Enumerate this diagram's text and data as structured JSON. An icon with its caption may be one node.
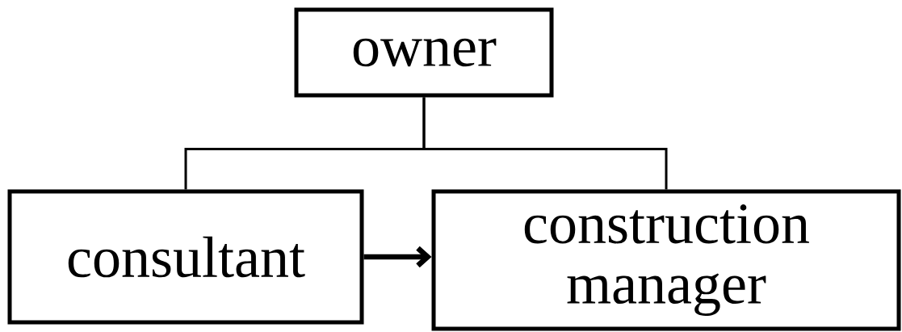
{
  "diagram": {
    "nodes": [
      {
        "text": [
          "owner"
        ]
      },
      {
        "text": [
          "consultant"
        ]
      },
      {
        "text": [
          "construction manager"
        ]
      }
    ],
    "edges": [
      {
        "from": 0,
        "to": 1,
        "arrow": "none"
      },
      {
        "from": 0,
        "to": 2,
        "arrow": "none"
      },
      {
        "from": 1,
        "to": 2,
        "arrow": "to",
        "style": "thick"
      }
    ]
  }
}
